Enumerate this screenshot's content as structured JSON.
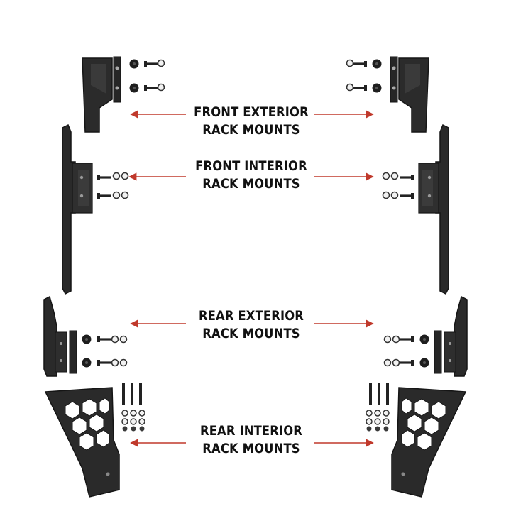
{
  "labels": [
    {
      "line1": "FRONT EXTERIOR",
      "line2": "RACK MOUNTS"
    },
    {
      "line1": "FRONT INTERIOR",
      "line2": "RACK MOUNTS"
    },
    {
      "line1": "REAR EXTERIOR",
      "line2": "RACK MOUNTS"
    },
    {
      "line1": "REAR INTERIOR",
      "line2": "RACK MOUNTS"
    }
  ],
  "colors": {
    "arrow": "#c0392b",
    "metal": "#2b2b2b",
    "metal_edge": "#161616",
    "background": "#ffffff"
  }
}
